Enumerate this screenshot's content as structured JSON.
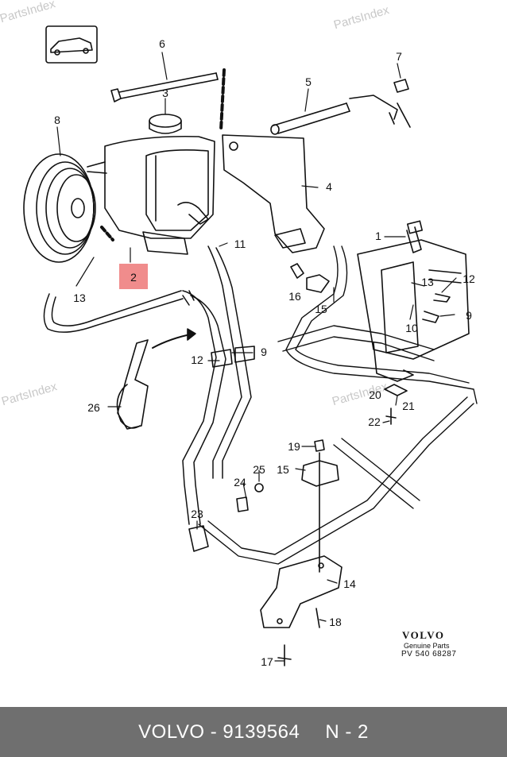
{
  "watermarks": [
    "PartsIndex",
    "PartsIndex",
    "PartsIndex",
    "PartsIndex"
  ],
  "callouts": {
    "c1": "1",
    "c2": "2",
    "c3": "3",
    "c4": "4",
    "c5": "5",
    "c6": "6",
    "c7": "7",
    "c8": "8",
    "c9a": "9",
    "c9b": "9",
    "c10": "10",
    "c11": "11",
    "c12a": "12",
    "c12b": "12",
    "c13a": "13",
    "c13b": "13",
    "c14": "14",
    "c15a": "15",
    "c15b": "15",
    "c16": "16",
    "c17": "17",
    "c18": "18",
    "c19": "19",
    "c20": "20",
    "c21": "21",
    "c22": "22",
    "c23": "23",
    "c24": "24",
    "c25": "25",
    "c26": "26"
  },
  "highlight_color": "#f08c8c",
  "brand": {
    "name": "VOLVO",
    "subtitle": "Genuine Parts",
    "code": "PV 540 68287"
  },
  "footer": {
    "make": "VOLVO - 9139564",
    "ref": "N - 2"
  }
}
